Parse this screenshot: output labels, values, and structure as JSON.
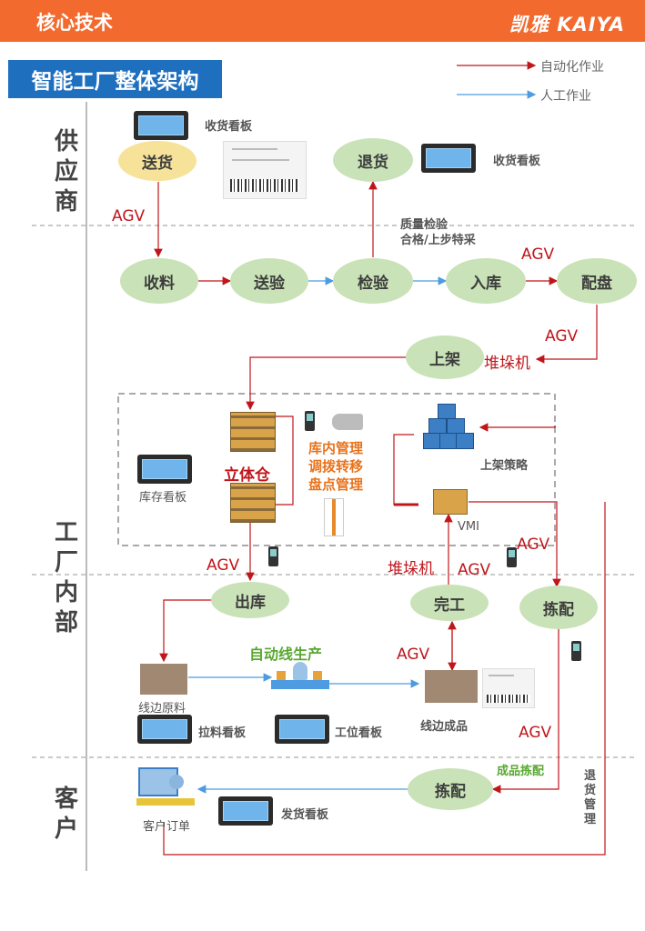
{
  "header": {
    "title": "核心技术",
    "brand_cn": "凯雅",
    "brand_en_1": "K",
    "brand_en_2": "AI",
    "brand_en_3": "YA",
    "accent": "#f26a2e"
  },
  "page_title": "智能工厂整体架构",
  "legend": {
    "auto": "自动化作业",
    "manual": "人工作业",
    "auto_color": "#c0161b",
    "manual_color": "#4d9be0"
  },
  "zones": {
    "supplier": "供应商",
    "factory": "工厂内部",
    "customer": "客户"
  },
  "nodes": {
    "songhuo": "送货",
    "tuihuo": "退货",
    "shouliao": "收料",
    "songyan": "送验",
    "jianyan": "检验",
    "ruku": "入库",
    "peipan": "配盘",
    "shangjia": "上架",
    "chuku": "出库",
    "wangong": "完工",
    "jianpei": "拣配",
    "jianpei2": "拣配"
  },
  "labels": {
    "shouhuo_board1": "收货看板",
    "shouhuo_board2": "收货看板",
    "agv1": "AGV",
    "agv2": "AGV",
    "agv3": "AGV",
    "agv4": "AGV",
    "agv5": "AGV",
    "agv6": "AGV",
    "agv7": "AGV",
    "agv8": "AGV",
    "quality_1": "质量检验",
    "quality_2": "合格/上步特采",
    "duiduoji1": "堆垛机",
    "duiduoji2": "堆垛机",
    "litichang": "立体仓",
    "kucun_board": "库存看板",
    "kunei_1": "库内管理",
    "kunei_2": "调拨转移",
    "kunei_3": "盘点管理",
    "shangjia_celue": "上架策略",
    "vmi": "VMI",
    "zidongxian": "自动线生产",
    "xianbian_yuanliao": "线边原料",
    "laliao_board": "拉料看板",
    "gongwei_board": "工位看板",
    "xianbian_chengpin": "线边成品",
    "chengpin_jianpei": "成品拣配",
    "fahuo_board": "发货看板",
    "kehu_dingdan": "客户订单",
    "tuihuo_guanli": "退货管理"
  }
}
